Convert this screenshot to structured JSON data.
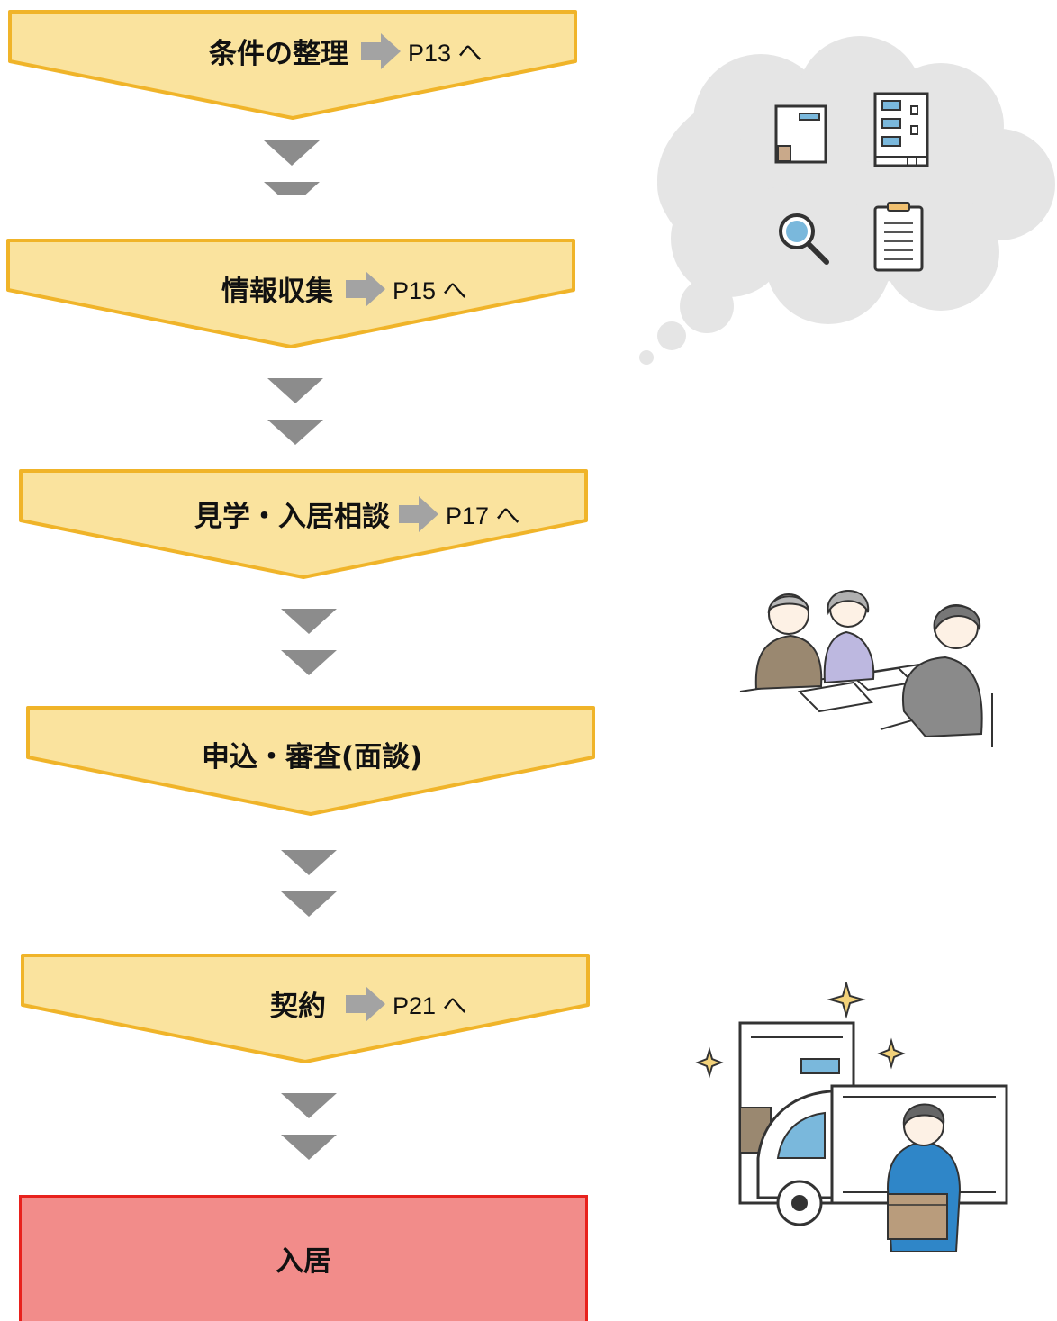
{
  "flow": {
    "steps": [
      {
        "label": "条件の整理",
        "ref": "P13 へ"
      },
      {
        "label": "情報収集",
        "ref": "P15 へ"
      },
      {
        "label": "見学・入居相談",
        "ref": "P17 へ"
      },
      {
        "label": "申込・審査(面談)",
        "ref": ""
      },
      {
        "label": "契約",
        "ref": "P21 へ"
      }
    ],
    "final": {
      "label": "入居"
    }
  },
  "colors": {
    "step_fill": "#fae39e",
    "step_border": "#f0b429",
    "connector": "#8c8c8c",
    "final_fill": "#f28c8a",
    "final_border": "#e8211c"
  },
  "illustrations": {
    "thought_cloud": [
      "building-icon",
      "apartment-icon",
      "magnifier-icon",
      "clipboard-icon"
    ],
    "consultation": "consultation-people-icon",
    "moving": "moving-truck-icon"
  }
}
